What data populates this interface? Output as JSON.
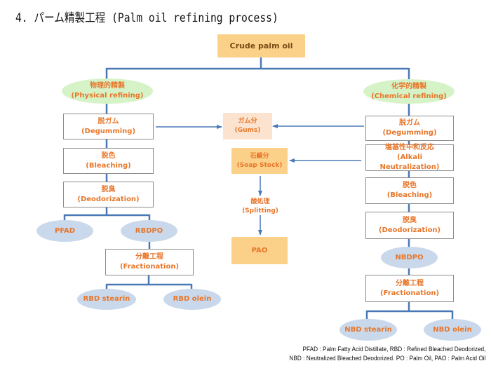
{
  "title": "4. パーム精製工程 (Palm oil refining process)",
  "colors": {
    "connector": "#4a78b5",
    "node_text": "#e8762a",
    "crude_fill": "#fbd18a",
    "green_ellipse": "#d6f3c7",
    "blue_ellipse": "#c9d8ea",
    "gums_fill": "#fbe3cf",
    "box_border": "#8c8c8c"
  },
  "root": {
    "label": "Crude palm oil"
  },
  "physical": {
    "header": {
      "jp": "物理的精製",
      "en": "(Physical refining)"
    },
    "steps": [
      {
        "jp": "脱ガム",
        "en": "(Degumming)"
      },
      {
        "jp": "脱色",
        "en": "(Bleaching)"
      },
      {
        "jp": "脱臭",
        "en": "(Deodorization)"
      }
    ],
    "outputs": [
      "PFAD",
      "RBDPO"
    ],
    "fractionation": {
      "jp": "分離工程",
      "en": "(Fractionation)"
    },
    "fraction_outputs": [
      "RBD stearin",
      "RBD olein"
    ]
  },
  "chemical": {
    "header": {
      "jp": "化学的精製",
      "en": "(Chemical refining)"
    },
    "steps": [
      {
        "jp": "脱ガム",
        "en": "(Degumming)"
      },
      {
        "jp": "塩基性中和反応",
        "en": "(Alkali Neutralization)"
      },
      {
        "jp": "脱色",
        "en": "(Bleaching)"
      },
      {
        "jp": "脱臭",
        "en": "(Deodorization)"
      }
    ],
    "output": "NBDPO",
    "fractionation": {
      "jp": "分離工程",
      "en": "(Fractionation)"
    },
    "fraction_outputs": [
      "NBD stearin",
      "NBD olein"
    ]
  },
  "byproducts": {
    "gums": {
      "jp": "ガム分",
      "en": "(Gums)"
    },
    "soap_stock": {
      "jp": "石鹸分",
      "en": "(Soap Stock)"
    },
    "splitting": {
      "jp": "酸処理",
      "en": "(Splitting)"
    },
    "pao": {
      "label": "PAO"
    }
  },
  "legend": {
    "line1": "PFAD : Palm Fatty Acid Distillate, RBD : Refined Bleached Deodorized,",
    "line2": "NBD : Neutralized Bleached Deodorized. PO : Palm Oil, PAO : Palm Acid Oil"
  }
}
